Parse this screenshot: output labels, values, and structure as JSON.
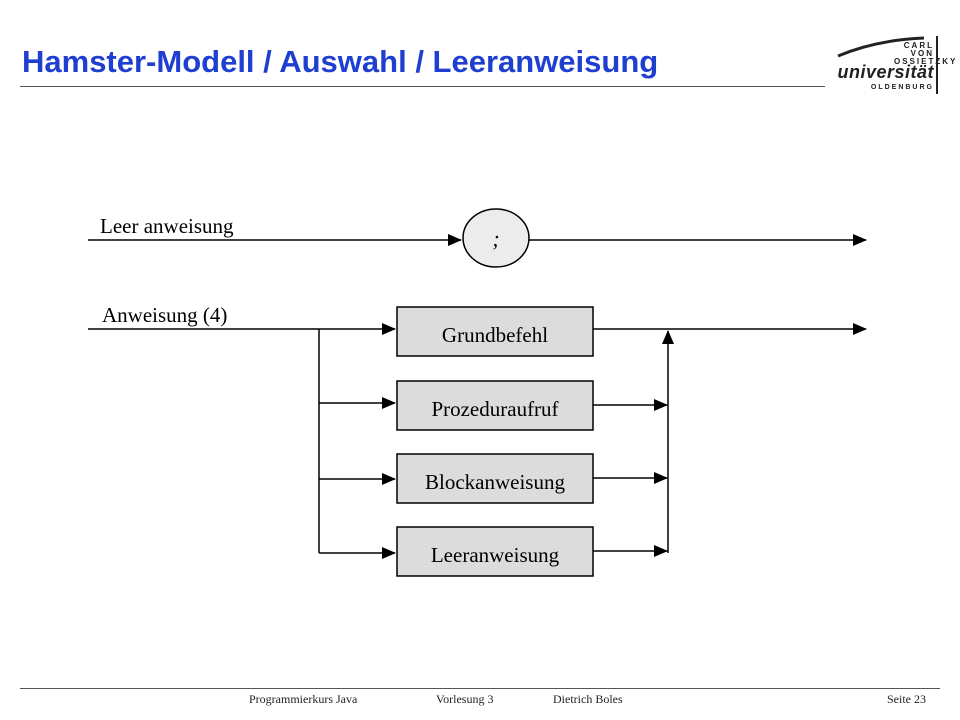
{
  "slide": {
    "title": "Hamster-Modell / Auswahl / Leeranweisung"
  },
  "logo": {
    "line1": "CARL VON OSSIETZKY",
    "line2": "universität",
    "line3": "OLDENBURG"
  },
  "diagram": {
    "rule1_label": "Leer anweisung",
    "terminal_symbol": ";",
    "rule2_label": "Anweisung (4)",
    "boxes": [
      "Grundbefehl",
      "Prozeduraufruf",
      "Blockanweisung",
      "Leeranweisung"
    ],
    "colors": {
      "box_fill": "#dcdcdc",
      "terminal_fill": "#ececec",
      "line": "#000000"
    }
  },
  "footer": {
    "course": "Programmierkurs Java",
    "lecture": "Vorlesung 3",
    "author": "Dietrich Boles",
    "page": "Seite 23"
  }
}
